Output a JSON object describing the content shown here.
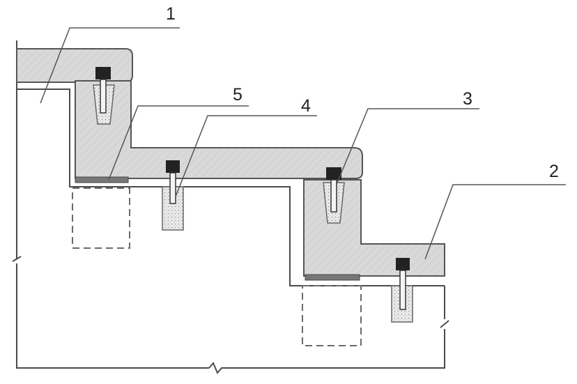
{
  "labels": {
    "l1": "1",
    "l2": "2",
    "l3": "3",
    "l4": "4",
    "l5": "5"
  },
  "colors": {
    "slab_fill": "#d9d9d9",
    "hatch": "#bdbdbd",
    "line": "#4a4a4a",
    "pad": "#777777"
  }
}
